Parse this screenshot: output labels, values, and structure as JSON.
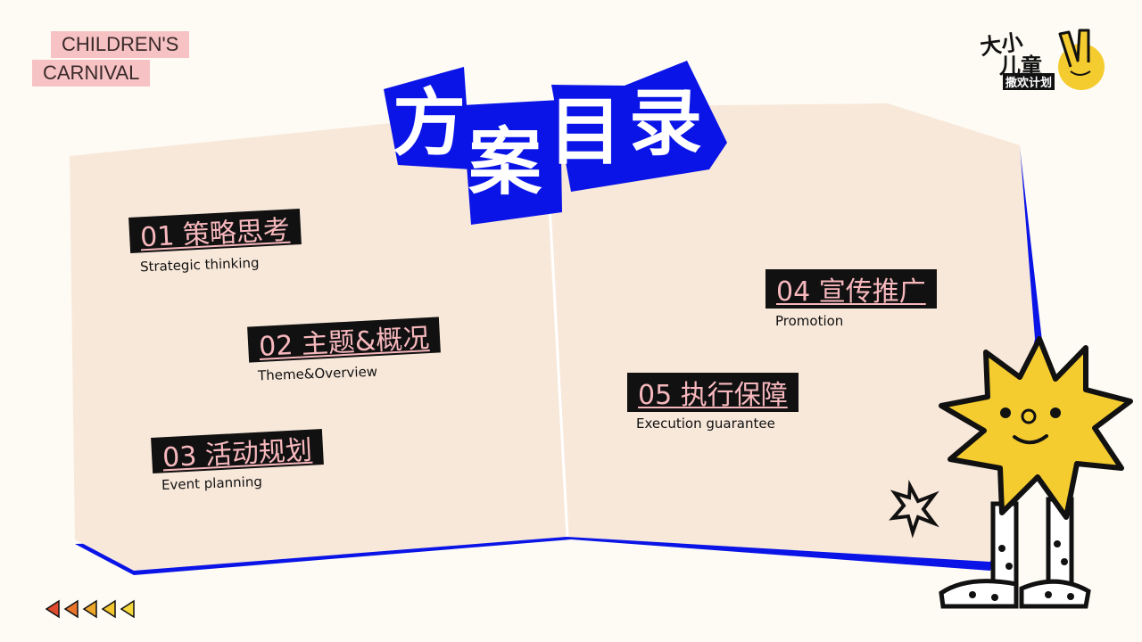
{
  "brand": {
    "line1": "CHILDREN'S",
    "line2": "CARNIVAL"
  },
  "title": {
    "chars": [
      "方",
      "案",
      "目",
      "录"
    ]
  },
  "logo": {
    "line1": "大小",
    "line2": "儿童",
    "line3": "撒欢计划"
  },
  "items": [
    {
      "cn": "01  策略思考",
      "en": "Strategic thinking"
    },
    {
      "cn": "02  主题&概况",
      "en": "Theme&Overview"
    },
    {
      "cn": "03  活动规划",
      "en": "Event planning"
    },
    {
      "cn": "04  宣传推广",
      "en": "Promotion"
    },
    {
      "cn": "05  执行保障",
      "en": "Execution guarantee"
    }
  ],
  "colors": {
    "background": "#fdfbf4",
    "book": "#f8e8da",
    "accent_blue": "#0a14e6",
    "label_pink": "#f7b8bd",
    "star_yellow": "#f5cc30"
  },
  "icons": {
    "nav": [
      "triangle-left-icon",
      "triangle-left-icon",
      "triangle-left-icon",
      "triangle-left-icon",
      "triangle-left-icon"
    ]
  }
}
